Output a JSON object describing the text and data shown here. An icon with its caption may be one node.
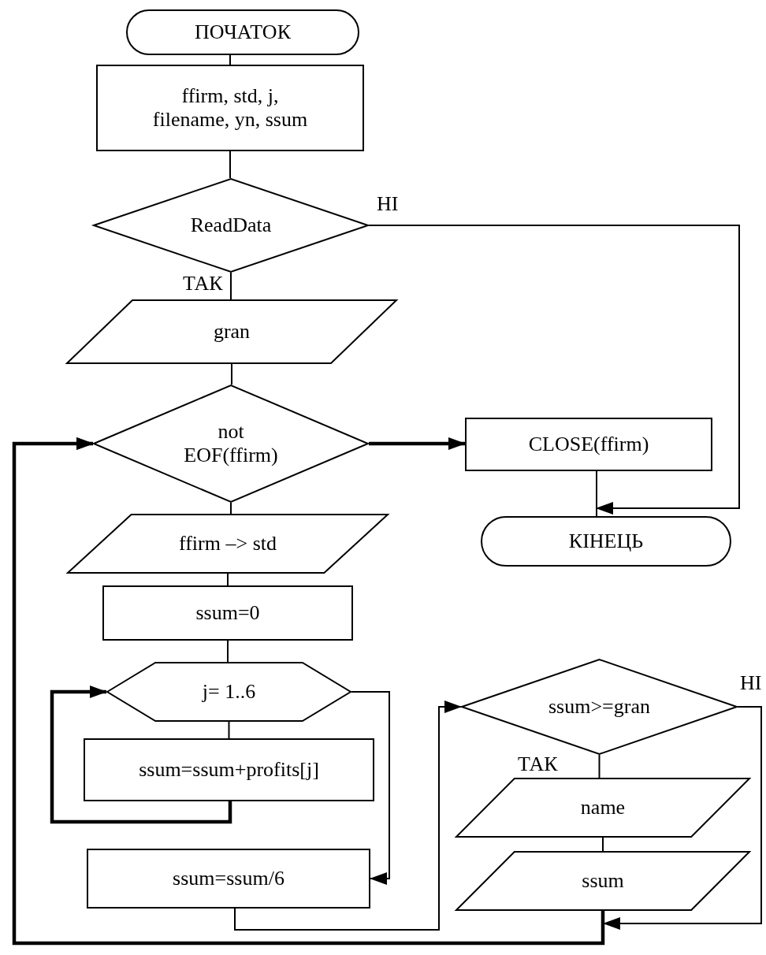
{
  "diagram": {
    "nodes": [
      {
        "text": [
          "ПОЧАТОК"
        ]
      },
      {
        "text": [
          "ffirm, std, j, filename, yn, ssum"
        ]
      },
      {
        "text": [
          "ReadData"
        ]
      },
      {
        "text": [
          "gran"
        ]
      },
      {
        "text": [
          "not EOF(ffirm)"
        ]
      },
      {
        "text": [
          "CLOSE(ffirm)"
        ]
      },
      {
        "text": [
          "КІНЕЦЬ"
        ]
      },
      {
        "text": [
          "ffirm –> std"
        ]
      },
      {
        "text": [
          "ssum=0"
        ]
      },
      {
        "text": [
          "j= 1..6"
        ]
      },
      {
        "text": [
          "ssum=ssum+profits[j]"
        ]
      },
      {
        "text": [
          "ssum=ssum/6"
        ]
      },
      {
        "text": [
          "ssum>=gran"
        ]
      },
      {
        "text": [
          "name"
        ]
      },
      {
        "text": [
          "ssum"
        ]
      }
    ],
    "edges": [
      {
        "from": 0,
        "to": 1,
        "arrow": "none"
      },
      {
        "from": 1,
        "to": 2,
        "arrow": "none"
      },
      {
        "from": 2,
        "to": 3,
        "arrow": "none",
        "label": "ТАК"
      },
      {
        "from": 2,
        "to": 6,
        "arrow": "to",
        "label": "НІ"
      },
      {
        "from": 3,
        "to": 4,
        "arrow": "none"
      },
      {
        "from": 4,
        "to": 5,
        "arrow": "to",
        "style": "thick"
      },
      {
        "from": 5,
        "to": 6,
        "arrow": "none"
      },
      {
        "from": 4,
        "to": 7,
        "arrow": "none"
      },
      {
        "from": 7,
        "to": 8,
        "arrow": "none"
      },
      {
        "from": 8,
        "to": 9,
        "arrow": "none"
      },
      {
        "from": 9,
        "to": 10,
        "arrow": "none"
      },
      {
        "from": 10,
        "to": 9,
        "arrow": "to",
        "style": "thick"
      },
      {
        "from": 9,
        "to": 11,
        "arrow": "to"
      },
      {
        "from": 11,
        "to": 12,
        "arrow": "to"
      },
      {
        "from": 12,
        "to": 13,
        "arrow": "none",
        "label": "ТАК"
      },
      {
        "from": 13,
        "to": 14,
        "arrow": "none"
      },
      {
        "from": 12,
        "to": 4,
        "arrow": "to",
        "label": "НІ"
      },
      {
        "from": 14,
        "to": 4,
        "arrow": "to",
        "style": "thick"
      }
    ]
  }
}
